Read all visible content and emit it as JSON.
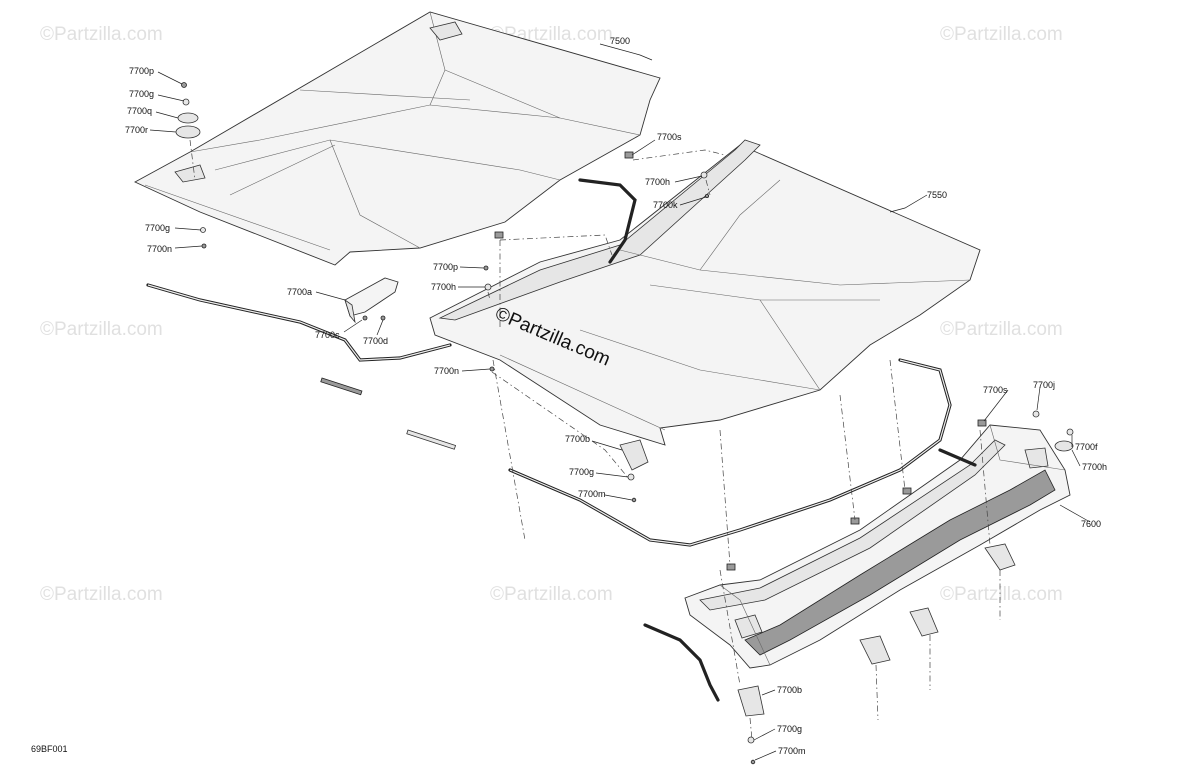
{
  "diagram_code": "69BF001",
  "watermark": "©Partzilla.com",
  "labels": {
    "p7500": "7500",
    "p7550": "7550",
    "p7600": "7600",
    "p7700p_top": "7700p",
    "p7700g_top": "7700g",
    "p7700q": "7700q",
    "p7700r": "7700r",
    "p7700g_left": "7700g",
    "p7700n_left": "7700n",
    "p7700s_top": "7700s",
    "p7700h_top": "7700h",
    "p7700k": "7700k",
    "p7700p_mid": "7700p",
    "p7700h_mid": "7700h",
    "p7700a": "7700a",
    "p7700c": "7700c",
    "p7700d": "7700d",
    "p7700n_mid": "7700n",
    "p7700s_right": "7700s",
    "p7700j": "7700j",
    "p7700f": "7700f",
    "p7700h_right": "7700h",
    "p7700b_mid": "7700b",
    "p7700g_mid": "7700g",
    "p7700m_mid": "7700m",
    "p7700b_bot": "7700b",
    "p7700g_bot": "7700g",
    "p7700m_bot": "7700m"
  }
}
